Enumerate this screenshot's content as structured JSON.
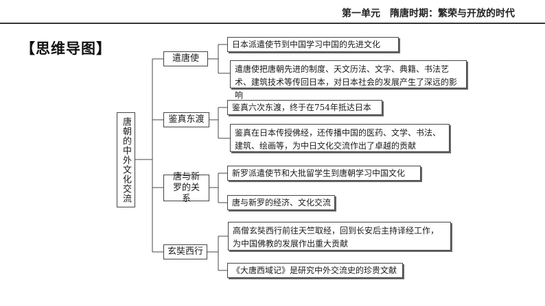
{
  "header": {
    "title": "第一单元　隋唐时期：繁荣与开放的时代"
  },
  "section_title": "【思维导图】",
  "root": "唐朝的中外文化交流",
  "branches": [
    {
      "label": "遣唐使",
      "items": [
        "日本派遣使节到中国学习中国的先进文化",
        "遣唐使把唐朝先进的制度、天文历法、文字、典籍、书法艺术、建筑技术等传回日本，对日本社会的发展产生了深远的影响"
      ]
    },
    {
      "label": "鉴真东渡",
      "items": [
        "鉴真六次东渡，终于在754年抵达日本",
        "鉴真在日本传授佛经，还传播中国的医药、文学、书法、建筑、绘画等，为中日文化交流作出了卓越的贡献"
      ]
    },
    {
      "label": "唐与新罗的关系",
      "items": [
        "新罗派遣使节和大批留学生到唐朝学习中国文化",
        "唐与新罗的经济、文化交流"
      ]
    },
    {
      "label": "玄奘西行",
      "items": [
        "高僧玄奘西行前往天竺取经，回到长安后主持译经工作，为中国佛教的发展作出重大贡献",
        "《大唐西域记》是研究中外交流史的珍贵文献"
      ]
    }
  ]
}
